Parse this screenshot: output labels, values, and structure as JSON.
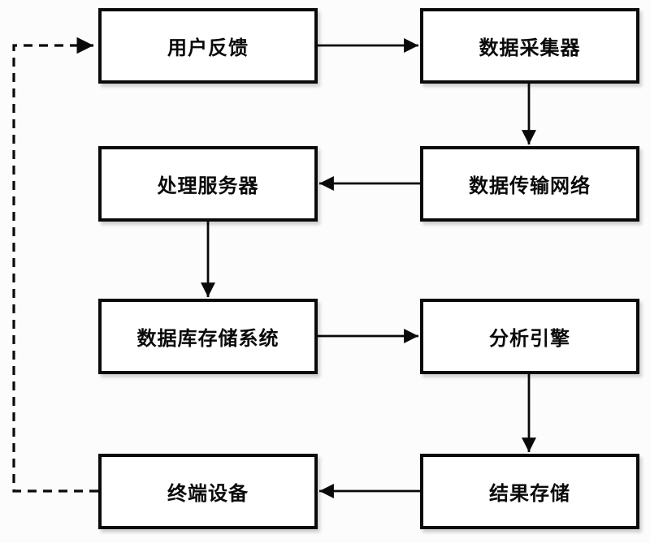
{
  "diagram": {
    "title": "data-processing-feedback-flowchart",
    "nodes": {
      "user_feedback": {
        "label": "用户反馈"
      },
      "data_collector": {
        "label": "数据采集器"
      },
      "processing_server": {
        "label": "处理服务器"
      },
      "data_transmission_network": {
        "label": "数据传输网络"
      },
      "database_storage_system": {
        "label": "数据库存储系统"
      },
      "analysis_engine": {
        "label": "分析引擎"
      },
      "terminal_device": {
        "label": "终端设备"
      },
      "result_storage": {
        "label": "结果存储"
      }
    },
    "edges": [
      {
        "from": "用户反馈",
        "to": "数据采集器",
        "style": "solid"
      },
      {
        "from": "数据采集器",
        "to": "数据传输网络",
        "style": "solid"
      },
      {
        "from": "数据传输网络",
        "to": "处理服务器",
        "style": "solid"
      },
      {
        "from": "处理服务器",
        "to": "数据库存储系统",
        "style": "solid"
      },
      {
        "from": "数据库存储系统",
        "to": "分析引擎",
        "style": "solid"
      },
      {
        "from": "分析引擎",
        "to": "结果存储",
        "style": "solid"
      },
      {
        "from": "结果存储",
        "to": "终端设备",
        "style": "solid"
      },
      {
        "from": "终端设备",
        "to": "用户反馈",
        "style": "dashed"
      }
    ],
    "colors": {
      "line": "#0a0a0a",
      "box_fill": "#ffffff",
      "background": "#fcfcfc",
      "text": "#0a0a0a"
    }
  }
}
